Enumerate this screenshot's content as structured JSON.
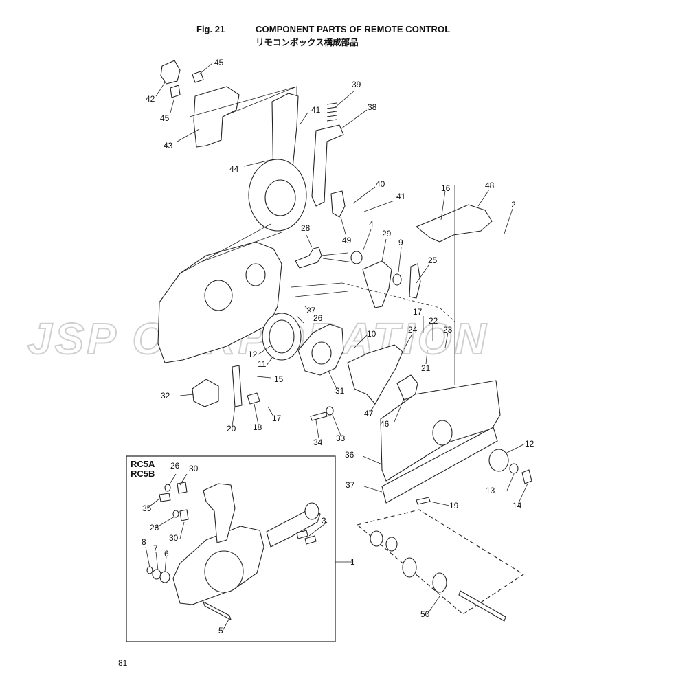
{
  "header": {
    "fig_number": "Fig. 21",
    "title": "COMPONENT PARTS OF REMOTE CONTROL",
    "subtitle": "リモコンボックス構成部品"
  },
  "watermark": "JSP CORPORATION",
  "inset": {
    "variants": [
      "RC5A",
      "RC5B"
    ]
  },
  "page_number": "81",
  "callouts": [
    {
      "label": "45"
    },
    {
      "label": "42"
    },
    {
      "label": "45"
    },
    {
      "label": "43"
    },
    {
      "label": "44"
    },
    {
      "label": "41"
    },
    {
      "label": "39"
    },
    {
      "label": "38"
    },
    {
      "label": "40"
    },
    {
      "label": "41"
    },
    {
      "label": "49"
    },
    {
      "label": "16"
    },
    {
      "label": "48"
    },
    {
      "label": "2"
    },
    {
      "label": "28"
    },
    {
      "label": "4"
    },
    {
      "label": "29"
    },
    {
      "label": "9"
    },
    {
      "label": "25"
    },
    {
      "label": "27"
    },
    {
      "label": "26"
    },
    {
      "label": "17"
    },
    {
      "label": "22"
    },
    {
      "label": "23"
    },
    {
      "label": "24"
    },
    {
      "label": "10"
    },
    {
      "label": "12"
    },
    {
      "label": "11"
    },
    {
      "label": "21"
    },
    {
      "label": "15"
    },
    {
      "label": "31"
    },
    {
      "label": "47"
    },
    {
      "label": "46"
    },
    {
      "label": "32"
    },
    {
      "label": "20"
    },
    {
      "label": "18"
    },
    {
      "label": "17"
    },
    {
      "label": "34"
    },
    {
      "label": "33"
    },
    {
      "label": "36"
    },
    {
      "label": "12"
    },
    {
      "label": "13"
    },
    {
      "label": "14"
    },
    {
      "label": "37"
    },
    {
      "label": "19"
    },
    {
      "label": "26"
    },
    {
      "label": "30"
    },
    {
      "label": "35"
    },
    {
      "label": "26"
    },
    {
      "label": "30"
    },
    {
      "label": "3"
    },
    {
      "label": "8"
    },
    {
      "label": "7"
    },
    {
      "label": "6"
    },
    {
      "label": "1"
    },
    {
      "label": "5"
    },
    {
      "label": "50"
    }
  ]
}
